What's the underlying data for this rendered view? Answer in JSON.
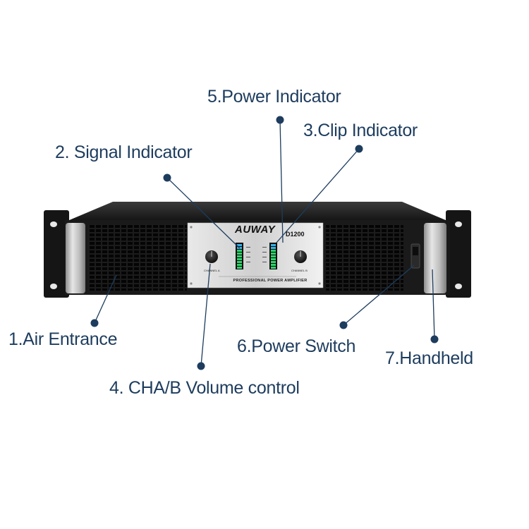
{
  "amplifier": {
    "brand": "AUWAY",
    "model": "D1200",
    "subtitle": "PROFESSIONAL POWER AMPLIFIER",
    "channel_a": "CHANNEL A",
    "channel_b": "CHANNEL B"
  },
  "callouts": [
    {
      "id": "air-entrance",
      "text": "1.Air Entrance"
    },
    {
      "id": "signal-indicator",
      "text": "2. Signal Indicator"
    },
    {
      "id": "clip-indicator",
      "text": "3.Clip Indicator"
    },
    {
      "id": "volume-control",
      "text": "4. CHA/B Volume control"
    },
    {
      "id": "power-indicator",
      "text": "5.Power Indicator"
    },
    {
      "id": "power-switch",
      "text": "6.Power Switch"
    },
    {
      "id": "handheld",
      "text": "7.Handheld"
    }
  ],
  "colors": {
    "label_text": "#1d3c5e",
    "leader_line": "#1d3c5e",
    "led_green": "#2fd36a",
    "led_blue": "#36b0e8"
  }
}
